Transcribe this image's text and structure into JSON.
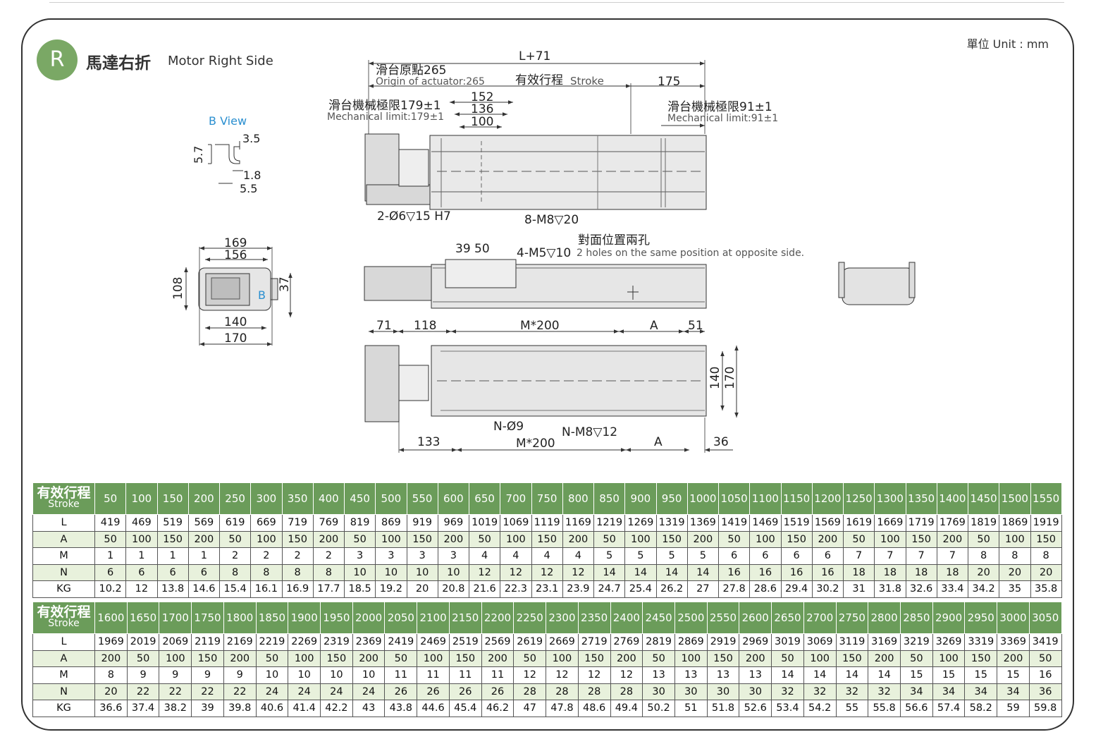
{
  "header": {
    "badge": "R",
    "title_cn": "馬達右折",
    "title_en": "Motor Right Side",
    "unit": "單位 Unit : mm"
  },
  "drawing_labels": {
    "b_view": "B View",
    "b_marker": "B",
    "dim_3_5": "3.5",
    "dim_5_7": "5.7",
    "dim_1_8": "1.8",
    "dim_5_5": "5.5",
    "dim_169": "169",
    "dim_156": "156",
    "dim_108": "108",
    "dim_37": "37",
    "dim_140a": "140",
    "dim_170a": "170",
    "L71": "L+71",
    "origin_cn": "滑台原點265",
    "origin_en": "Origin of actuator:265",
    "stroke_cn": "有效行程",
    "stroke_en": "Stroke",
    "dim_175": "175",
    "mech_left_cn": "滑台機械極限179±1",
    "mech_left_en": "Mechanical limit:179±1",
    "mech_right_cn": "滑台機械極限91±1",
    "mech_right_en": "Mechanical limit:91±1",
    "dim_152": "152",
    "dim_136": "136",
    "dim_100": "100",
    "hole_2": "2-Ø6▽15 H7",
    "hole_8": "8-M8▽20",
    "opposite_cn": "對面位置兩孔",
    "opposite_en": "2 holes on the same position at opposite side.",
    "dim_39": "39",
    "dim_50": "50",
    "hole_4": "4-M5▽10",
    "dim_71": "71",
    "dim_118": "118",
    "m200_top": "M*200",
    "a_top": "A",
    "dim_51": "51",
    "dim_140b": "140",
    "dim_170b": "170",
    "n_hole": "N-Ø9",
    "nm_hole": "N-M8▽12",
    "dim_133": "133",
    "m200_bottom": "M*200",
    "a_bottom": "A",
    "dim_36": "36"
  },
  "table1": {
    "label_cn": "有效行程",
    "label_en": "Stroke",
    "strokes": [
      "50",
      "100",
      "150",
      "200",
      "250",
      "300",
      "350",
      "400",
      "450",
      "500",
      "550",
      "600",
      "650",
      "700",
      "750",
      "800",
      "850",
      "900",
      "950",
      "1000",
      "1050",
      "1100",
      "1150",
      "1200",
      "1250",
      "1300",
      "1350",
      "1400",
      "1450",
      "1500",
      "1550"
    ],
    "rows": [
      {
        "label": "L",
        "values": [
          "419",
          "469",
          "519",
          "569",
          "619",
          "669",
          "719",
          "769",
          "819",
          "869",
          "919",
          "969",
          "1019",
          "1069",
          "1119",
          "1169",
          "1219",
          "1269",
          "1319",
          "1369",
          "1419",
          "1469",
          "1519",
          "1569",
          "1619",
          "1669",
          "1719",
          "1769",
          "1819",
          "1869",
          "1919"
        ]
      },
      {
        "label": "A",
        "values": [
          "50",
          "100",
          "150",
          "200",
          "50",
          "100",
          "150",
          "200",
          "50",
          "100",
          "150",
          "200",
          "50",
          "100",
          "150",
          "200",
          "50",
          "100",
          "150",
          "200",
          "50",
          "100",
          "150",
          "200",
          "50",
          "100",
          "150",
          "200",
          "50",
          "100",
          "150"
        ]
      },
      {
        "label": "M",
        "values": [
          "1",
          "1",
          "1",
          "1",
          "2",
          "2",
          "2",
          "2",
          "3",
          "3",
          "3",
          "3",
          "4",
          "4",
          "4",
          "4",
          "5",
          "5",
          "5",
          "5",
          "6",
          "6",
          "6",
          "6",
          "7",
          "7",
          "7",
          "7",
          "8",
          "8",
          "8"
        ]
      },
      {
        "label": "N",
        "values": [
          "6",
          "6",
          "6",
          "6",
          "8",
          "8",
          "8",
          "8",
          "10",
          "10",
          "10",
          "10",
          "12",
          "12",
          "12",
          "12",
          "14",
          "14",
          "14",
          "14",
          "16",
          "16",
          "16",
          "16",
          "18",
          "18",
          "18",
          "18",
          "20",
          "20",
          "20"
        ]
      },
      {
        "label": "KG",
        "values": [
          "10.2",
          "12",
          "13.8",
          "14.6",
          "15.4",
          "16.1",
          "16.9",
          "17.7",
          "18.5",
          "19.2",
          "20",
          "20.8",
          "21.6",
          "22.3",
          "23.1",
          "23.9",
          "24.7",
          "25.4",
          "26.2",
          "27",
          "27.8",
          "28.6",
          "29.4",
          "30.2",
          "31",
          "31.8",
          "32.6",
          "33.4",
          "34.2",
          "35",
          "35.8"
        ]
      }
    ]
  },
  "table2": {
    "label_cn": "有效行程",
    "label_en": "Stroke",
    "strokes": [
      "1600",
      "1650",
      "1700",
      "1750",
      "1800",
      "1850",
      "1900",
      "1950",
      "2000",
      "2050",
      "2100",
      "2150",
      "2200",
      "2250",
      "2300",
      "2350",
      "2400",
      "2450",
      "2500",
      "2550",
      "2600",
      "2650",
      "2700",
      "2750",
      "2800",
      "2850",
      "2900",
      "2950",
      "3000",
      "3050"
    ],
    "rows": [
      {
        "label": "L",
        "values": [
          "1969",
          "2019",
          "2069",
          "2119",
          "2169",
          "2219",
          "2269",
          "2319",
          "2369",
          "2419",
          "2469",
          "2519",
          "2569",
          "2619",
          "2669",
          "2719",
          "2769",
          "2819",
          "2869",
          "2919",
          "2969",
          "3019",
          "3069",
          "3119",
          "3169",
          "3219",
          "3269",
          "3319",
          "3369",
          "3419"
        ]
      },
      {
        "label": "A",
        "values": [
          "200",
          "50",
          "100",
          "150",
          "200",
          "50",
          "100",
          "150",
          "200",
          "50",
          "100",
          "150",
          "200",
          "50",
          "100",
          "150",
          "200",
          "50",
          "100",
          "150",
          "200",
          "50",
          "100",
          "150",
          "200",
          "50",
          "100",
          "150",
          "200",
          "50"
        ]
      },
      {
        "label": "M",
        "values": [
          "8",
          "9",
          "9",
          "9",
          "9",
          "10",
          "10",
          "10",
          "10",
          "11",
          "11",
          "11",
          "11",
          "12",
          "12",
          "12",
          "12",
          "13",
          "13",
          "13",
          "13",
          "14",
          "14",
          "14",
          "14",
          "15",
          "15",
          "15",
          "15",
          "16"
        ]
      },
      {
        "label": "N",
        "values": [
          "20",
          "22",
          "22",
          "22",
          "22",
          "24",
          "24",
          "24",
          "24",
          "26",
          "26",
          "26",
          "26",
          "28",
          "28",
          "28",
          "28",
          "30",
          "30",
          "30",
          "30",
          "32",
          "32",
          "32",
          "32",
          "34",
          "34",
          "34",
          "34",
          "36"
        ]
      },
      {
        "label": "KG",
        "values": [
          "36.6",
          "37.4",
          "38.2",
          "39",
          "39.8",
          "40.6",
          "41.4",
          "42.2",
          "43",
          "43.8",
          "44.6",
          "45.4",
          "46.2",
          "47",
          "47.8",
          "48.6",
          "49.4",
          "50.2",
          "51",
          "51.8",
          "52.6",
          "53.4",
          "54.2",
          "55",
          "55.8",
          "56.6",
          "57.4",
          "58.2",
          "59",
          "59.8"
        ]
      }
    ]
  },
  "colors": {
    "accent_green": "#6b9c5a",
    "badge_green": "#7aa865",
    "row_tint": "#e8f1dc",
    "b_view_blue": "#2a8fd0"
  }
}
